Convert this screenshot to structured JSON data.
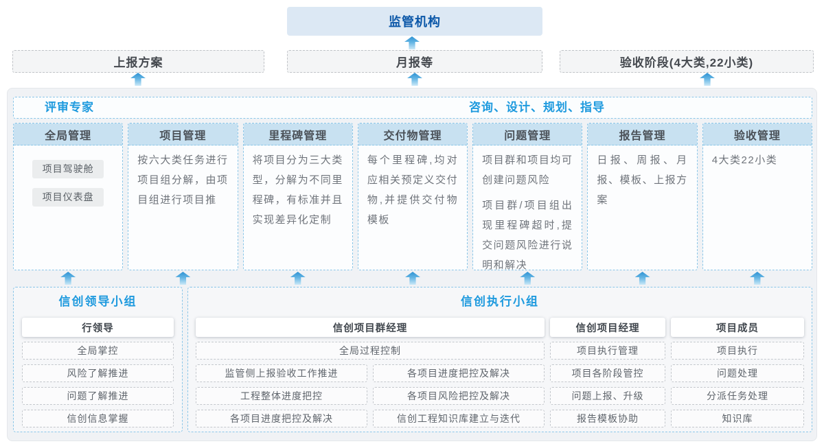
{
  "top": {
    "regulator": "监管机构",
    "report_plan": "上报方案",
    "monthly_report": "月报等",
    "acceptance_stage": "验收阶段(4大类,22小类)"
  },
  "review_bar": {
    "experts": "评审专家",
    "consulting": "咨询、设计、规划、指导"
  },
  "columns": [
    {
      "title": "全局管理",
      "chips": [
        "项目驾驶舱",
        "项目仪表盘"
      ]
    },
    {
      "title": "项目管理",
      "paragraphs": [
        "按六大类任务进行项目组分解，由项目组进行项目推"
      ]
    },
    {
      "title": "里程碑管理",
      "paragraphs": [
        "将项目分为三大类型，分解为不同里程碑，有标准并且实现差异化定制"
      ]
    },
    {
      "title": "交付物管理",
      "paragraphs": [
        "每个里程碑,均对应相关预定义交付物,并提供交付物模板"
      ]
    },
    {
      "title": "问题管理",
      "paragraphs": [
        "项目群和项目均可创建问题风险",
        "项目群/项目组出现里程碑超时,提交问题风险进行说明和解决"
      ]
    },
    {
      "title": "报告管理",
      "paragraphs": [
        "日报、周报、月报、模板、上报方案"
      ]
    },
    {
      "title": "验收管理",
      "paragraphs": [
        "4大类22小类"
      ]
    }
  ],
  "groups": {
    "leader": {
      "title": "信创领导小组",
      "role": "行领导",
      "items": [
        "全局掌控",
        "风险了解推进",
        "问题了解推进",
        "信创信息掌握"
      ]
    },
    "exec": {
      "title": "信创执行小组",
      "pgm": {
        "role": "信创项目群经理",
        "full_item": "全局过程控制",
        "grid_items": [
          "监管侧上报验收工作推进",
          "各项目进度把控及解决",
          "工程整体进度把控",
          "各项目风险把控及解决",
          "各项目进度把控及解决",
          "信创工程知识库建立与迭代"
        ]
      },
      "pm": {
        "role": "信创项目经理",
        "items": [
          "项目执行管理",
          "项目各阶段管控",
          "问题上报、升级",
          "报告模板协助"
        ]
      },
      "member": {
        "role": "项目成员",
        "items": [
          "项目执行",
          "问题处理",
          "分派任务处理",
          "知识库"
        ]
      }
    }
  }
}
